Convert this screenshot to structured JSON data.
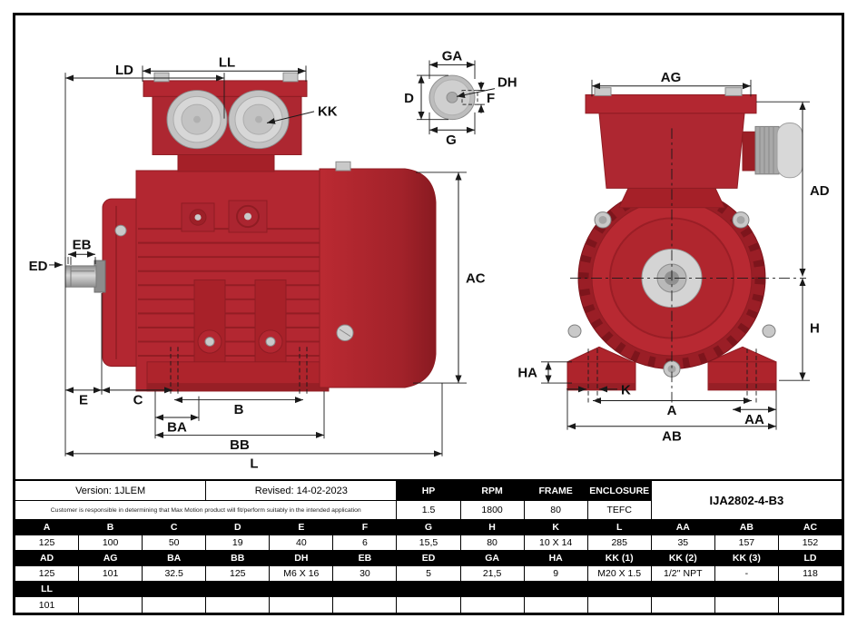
{
  "diagram": {
    "labels": {
      "ld": "LD",
      "ll": "LL",
      "kk": "KK",
      "eb": "EB",
      "ed": "ED",
      "ac": "AC",
      "e": "E",
      "c": "C",
      "b": "B",
      "ba": "BA",
      "bb": "BB",
      "l": "L",
      "ga": "GA",
      "d": "D",
      "dh": "DH",
      "f": "F",
      "g": "G",
      "ag": "AG",
      "ad": "AD",
      "h": "H",
      "ha": "HA",
      "k": "K",
      "a": "A",
      "aa": "AA",
      "ab": "AB"
    },
    "colors": {
      "motor_red": "#b32731",
      "motor_red_dark": "#8f1c23",
      "motor_red_mid": "#a52028",
      "fan_cover_red": "#a2222a",
      "metal_gray": "#c9c9c9",
      "metal_dark": "#8e8e8e",
      "line": "#1a1a1a"
    }
  },
  "info": {
    "version_label": "Version: 1JLEM",
    "revised_label": "Revised: 14-02-2023",
    "disclaimer": "Customer is responsible in determining that Max Motion product will fit/perform suitably in the intended application",
    "model": "IJA2802-4-B3",
    "spec_headers": [
      "HP",
      "RPM",
      "FRAME",
      "ENCLOSURE"
    ],
    "spec_values": [
      "1.5",
      "1800",
      "80",
      "TEFC"
    ]
  },
  "dimensions_table": {
    "rows": [
      {
        "headers": [
          "A",
          "B",
          "C",
          "D",
          "E",
          "F",
          "G",
          "H",
          "K",
          "L",
          "AA",
          "AB",
          "AC"
        ],
        "values": [
          "125",
          "100",
          "50",
          "19",
          "40",
          "6",
          "15,5",
          "80",
          "10 X 14",
          "285",
          "35",
          "157",
          "152"
        ]
      },
      {
        "headers": [
          "AD",
          "AG",
          "BA",
          "BB",
          "DH",
          "EB",
          "ED",
          "GA",
          "HA",
          "KK (1)",
          "KK (2)",
          "KK (3)",
          "LD"
        ],
        "values": [
          "125",
          "101",
          "32.5",
          "125",
          "M6 X 16",
          "30",
          "5",
          "21,5",
          "9",
          "M20 X 1.5",
          "1/2'' NPT",
          "-",
          "118"
        ]
      },
      {
        "headers": [
          "LL",
          "",
          "",
          "",
          "",
          "",
          "",
          "",
          "",
          "",
          "",
          "",
          ""
        ],
        "values": [
          "101",
          "",
          "",
          "",
          "",
          "",
          "",
          "",
          "",
          "",
          "",
          "",
          ""
        ]
      }
    ]
  }
}
